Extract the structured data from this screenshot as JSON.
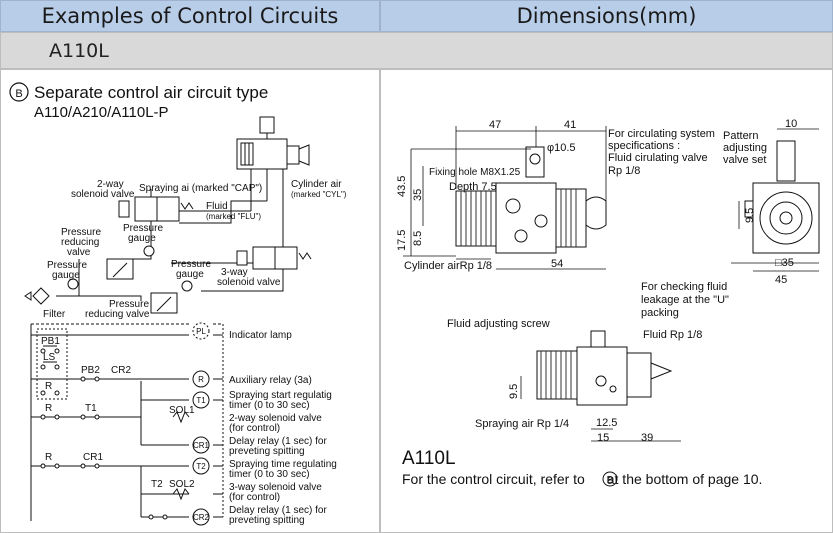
{
  "header": {
    "left": "Examples of Control Circuits",
    "right": "Dimensions(mm)"
  },
  "model_row": "A110L",
  "left_panel": {
    "badge": "B",
    "title": "Separate control air circuit type",
    "subtitle": "A110/A210/A110L-P",
    "pneumatic": {
      "two_way_valve": "2-way",
      "two_way_valve2": "solenoid valve",
      "spraying_air": "Spraying ai (marked \"CAP\")",
      "fluid": "Fluid",
      "fluid_mark": "(marked \"FLU\")",
      "cylinder_air": "Cylinder air",
      "cylinder_mark": "(marked \"CYL\")",
      "pressure_reducing_1a": "Pressure",
      "pressure_reducing_1b": "reducing",
      "pressure_reducing_1c": "valve",
      "pressure_gauge_1a": "Pressure",
      "pressure_gauge_1b": "gauge",
      "pressure_gauge_2a": "Pressure",
      "pressure_gauge_2b": "gauge",
      "pressure_gauge_3a": "Pressure",
      "pressure_gauge_3b": "gauge",
      "three_way_valve": "3-way",
      "three_way_valve2": "solenoid valve",
      "filter": "Filter",
      "pressure_reducing_2a": "Pressure",
      "pressure_reducing_2b": "reducing valve"
    },
    "ladder": {
      "pb1": "PB1",
      "ls": "LS",
      "r1": "R",
      "pb2": "PB2",
      "cr2": "CR2",
      "r2": "R",
      "t1": "T1",
      "sol1": "SOL1",
      "r3": "R",
      "cr1": "CR1",
      "t2": "T2",
      "sol2": "SOL2",
      "coil_pl": "PL",
      "coil_r": "R",
      "coil_t1": "T1",
      "coil_cr1": "CR1",
      "coil_t2": "T2",
      "coil_cr2": "CR2",
      "indicator_lamp": "Indicator lamp",
      "aux_relay": "Auxiliary relay (3a)",
      "spray_start_a": "Spraying start regulatig",
      "spray_start_b": "timer (0 to 30 sec)",
      "two_way_ctrl_a": "2-way solenoid valve",
      "two_way_ctrl_b": "(for control)",
      "delay1_a": "Delay relay (1 sec) for",
      "delay1_b": "preveting spitting",
      "spray_time_a": "Spraying time regulating",
      "spray_time_b": "timer (0 to 30 sec)",
      "three_way_ctrl_a": "3-way solenoid valve",
      "three_way_ctrl_b": "(for control)",
      "delay2_a": "Delay relay (1 sec) for",
      "delay2_b": "preveting spitting"
    }
  },
  "right_panel": {
    "dims": {
      "d47": "47",
      "d41": "41",
      "d10": "10",
      "phi": "φ10.5",
      "d43_5": "43.5",
      "d35v": "35",
      "d17_5": "17.5",
      "d8_5": "8.5",
      "d9_5a": "9.5",
      "d54": "54",
      "d35sq": "□35",
      "d45": "45",
      "d9_5b": "9.5",
      "d12_5": "12.5",
      "d15": "15",
      "d39": "39"
    },
    "labels": {
      "fixing_hole": "Fixing hole M8X1.25",
      "depth": "Depth 7.5",
      "circ_a": "For circulating system",
      "circ_b": "specifications :",
      "circ_c": "Fluid cirulating valve",
      "circ_d": "Rp 1/8",
      "pattern_a": "Pattern",
      "pattern_b": "adjusting",
      "pattern_c": "valve set",
      "cylinder_air": "Cylinder airRp 1/8",
      "check_a": "For checking fluid",
      "check_b": "leakage at the \"U\"",
      "check_c": "packing",
      "fluid_adj": "Fluid adjusting screw",
      "fluid_rp": "Fluid Rp 1/8",
      "spray_air": "Spraying air Rp 1/4"
    },
    "model": "A110L",
    "note_pre": "For the control circuit, refer to ",
    "note_badge": "B",
    "note_post": " at the bottom of page 10."
  },
  "colors": {
    "header_bg": "#b8cde8",
    "model_row_bg": "#d9d9d9",
    "line": "#111111"
  }
}
